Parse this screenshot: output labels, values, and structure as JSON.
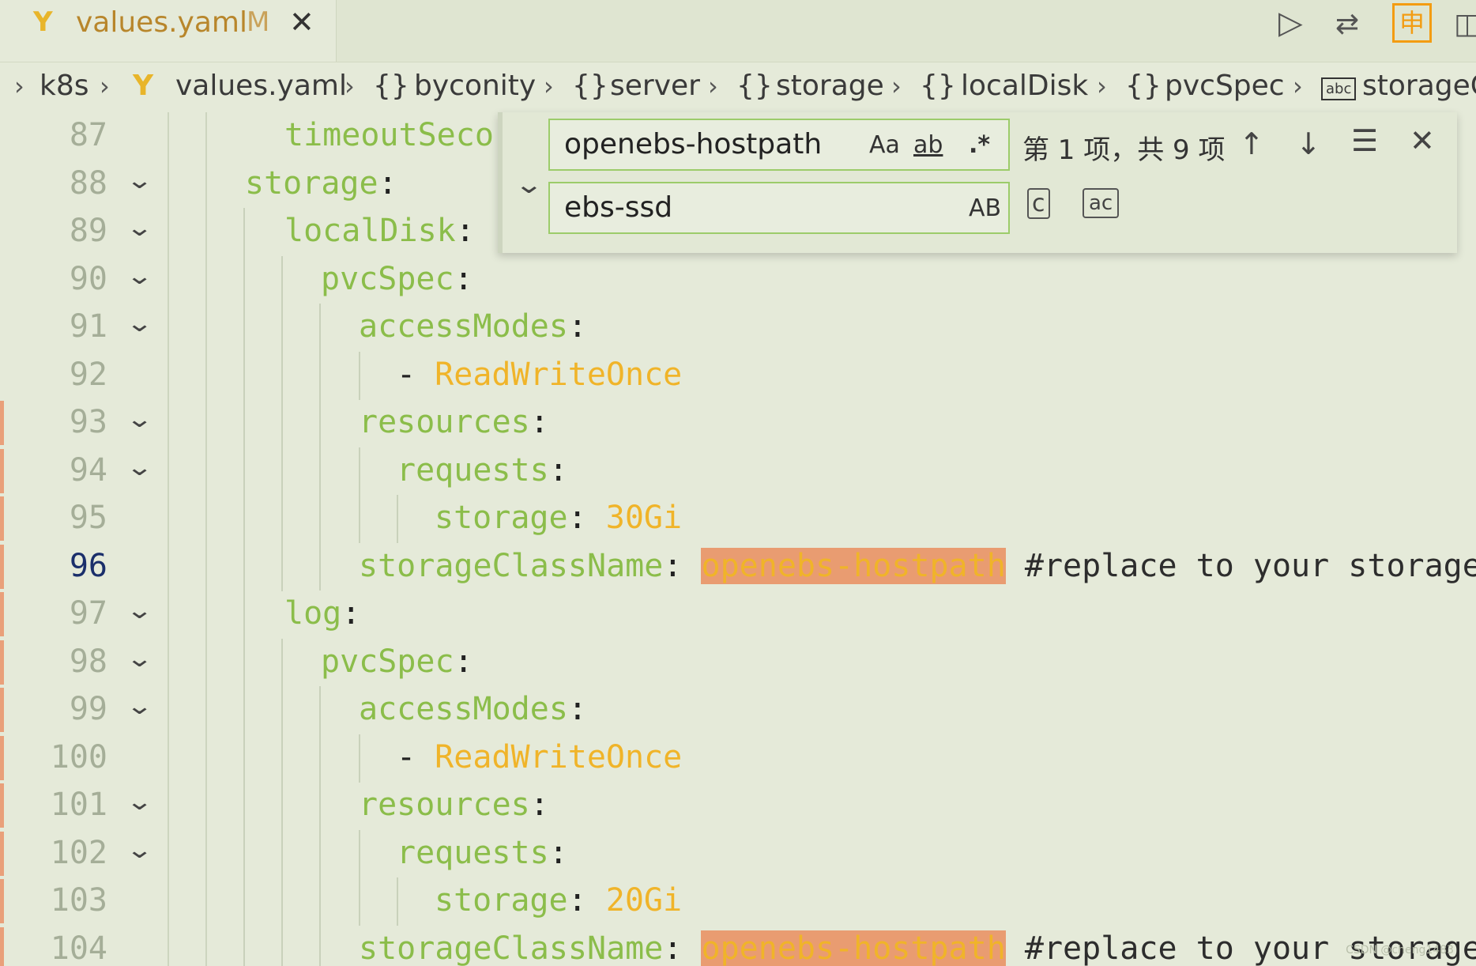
{
  "tab": {
    "icon": "Y",
    "filename": "values.yaml",
    "status": "M"
  },
  "breadcrumbs": [
    {
      "icon": "",
      "label": "k8s"
    },
    {
      "icon": "Y",
      "label": "values.yaml"
    },
    {
      "icon": "{}",
      "label": "byconity"
    },
    {
      "icon": "{}",
      "label": "server"
    },
    {
      "icon": "{}",
      "label": "storage"
    },
    {
      "icon": "{}",
      "label": "localDisk"
    },
    {
      "icon": "{}",
      "label": "pvcSpec"
    },
    {
      "icon": "abc",
      "label": "storageC"
    }
  ],
  "find": {
    "search_value": "openebs-hostpath",
    "replace_value": "ebs-ssd",
    "opt_case": "Aa",
    "opt_word": "ab",
    "opt_regex": ".*",
    "opt_preserve_case": "AB",
    "count_text": "第 1 项，共 9 项"
  },
  "lines": [
    {
      "n": "87",
      "fold": false,
      "indent": 1,
      "key": "timeoutSecor",
      "colon": "",
      "value": "",
      "hl": "",
      "comment": ""
    },
    {
      "n": "88",
      "fold": true,
      "indent": 0,
      "key": "storage",
      "colon": ":",
      "value": "",
      "hl": "",
      "comment": ""
    },
    {
      "n": "89",
      "fold": true,
      "indent": 1,
      "key": "localDisk",
      "colon": ":",
      "value": "",
      "hl": "",
      "comment": ""
    },
    {
      "n": "90",
      "fold": true,
      "indent": 2,
      "key": "pvcSpec",
      "colon": ":",
      "value": "",
      "hl": "",
      "comment": ""
    },
    {
      "n": "91",
      "fold": true,
      "indent": 3,
      "key": "accessModes",
      "colon": ":",
      "value": "",
      "hl": "",
      "comment": ""
    },
    {
      "n": "92",
      "fold": false,
      "indent": 4,
      "key": "",
      "colon": "- ",
      "value": "ReadWriteOnce",
      "hl": "",
      "comment": ""
    },
    {
      "n": "93",
      "fold": true,
      "indent": 3,
      "key": "resources",
      "colon": ":",
      "value": "",
      "hl": "",
      "comment": ""
    },
    {
      "n": "94",
      "fold": true,
      "indent": 4,
      "key": "requests",
      "colon": ":",
      "value": "",
      "hl": "",
      "comment": ""
    },
    {
      "n": "95",
      "fold": false,
      "indent": 5,
      "key": "storage",
      "colon": ": ",
      "value": "30Gi",
      "hl": "",
      "comment": ""
    },
    {
      "n": "96",
      "fold": false,
      "indent": 3,
      "key": "storageClassName",
      "colon": ": ",
      "value": "",
      "hl": "openebs-hostpath",
      "comment": " #replace to your storage"
    },
    {
      "n": "97",
      "fold": true,
      "indent": 1,
      "key": "log",
      "colon": ":",
      "value": "",
      "hl": "",
      "comment": ""
    },
    {
      "n": "98",
      "fold": true,
      "indent": 2,
      "key": "pvcSpec",
      "colon": ":",
      "value": "",
      "hl": "",
      "comment": ""
    },
    {
      "n": "99",
      "fold": true,
      "indent": 3,
      "key": "accessModes",
      "colon": ":",
      "value": "",
      "hl": "",
      "comment": ""
    },
    {
      "n": "100",
      "fold": false,
      "indent": 4,
      "key": "",
      "colon": "- ",
      "value": "ReadWriteOnce",
      "hl": "",
      "comment": ""
    },
    {
      "n": "101",
      "fold": true,
      "indent": 3,
      "key": "resources",
      "colon": ":",
      "value": "",
      "hl": "",
      "comment": ""
    },
    {
      "n": "102",
      "fold": true,
      "indent": 4,
      "key": "requests",
      "colon": ":",
      "value": "",
      "hl": "",
      "comment": ""
    },
    {
      "n": "103",
      "fold": false,
      "indent": 5,
      "key": "storage",
      "colon": ": ",
      "value": "20Gi",
      "hl": "",
      "comment": ""
    },
    {
      "n": "104",
      "fold": false,
      "indent": 3,
      "key": "storageClassName",
      "colon": ": ",
      "value": "",
      "hl": "openebs-hostpath",
      "comment": " #replace to your storage"
    }
  ],
  "current_line": "96",
  "watermark": "CSDN @cheng1483"
}
